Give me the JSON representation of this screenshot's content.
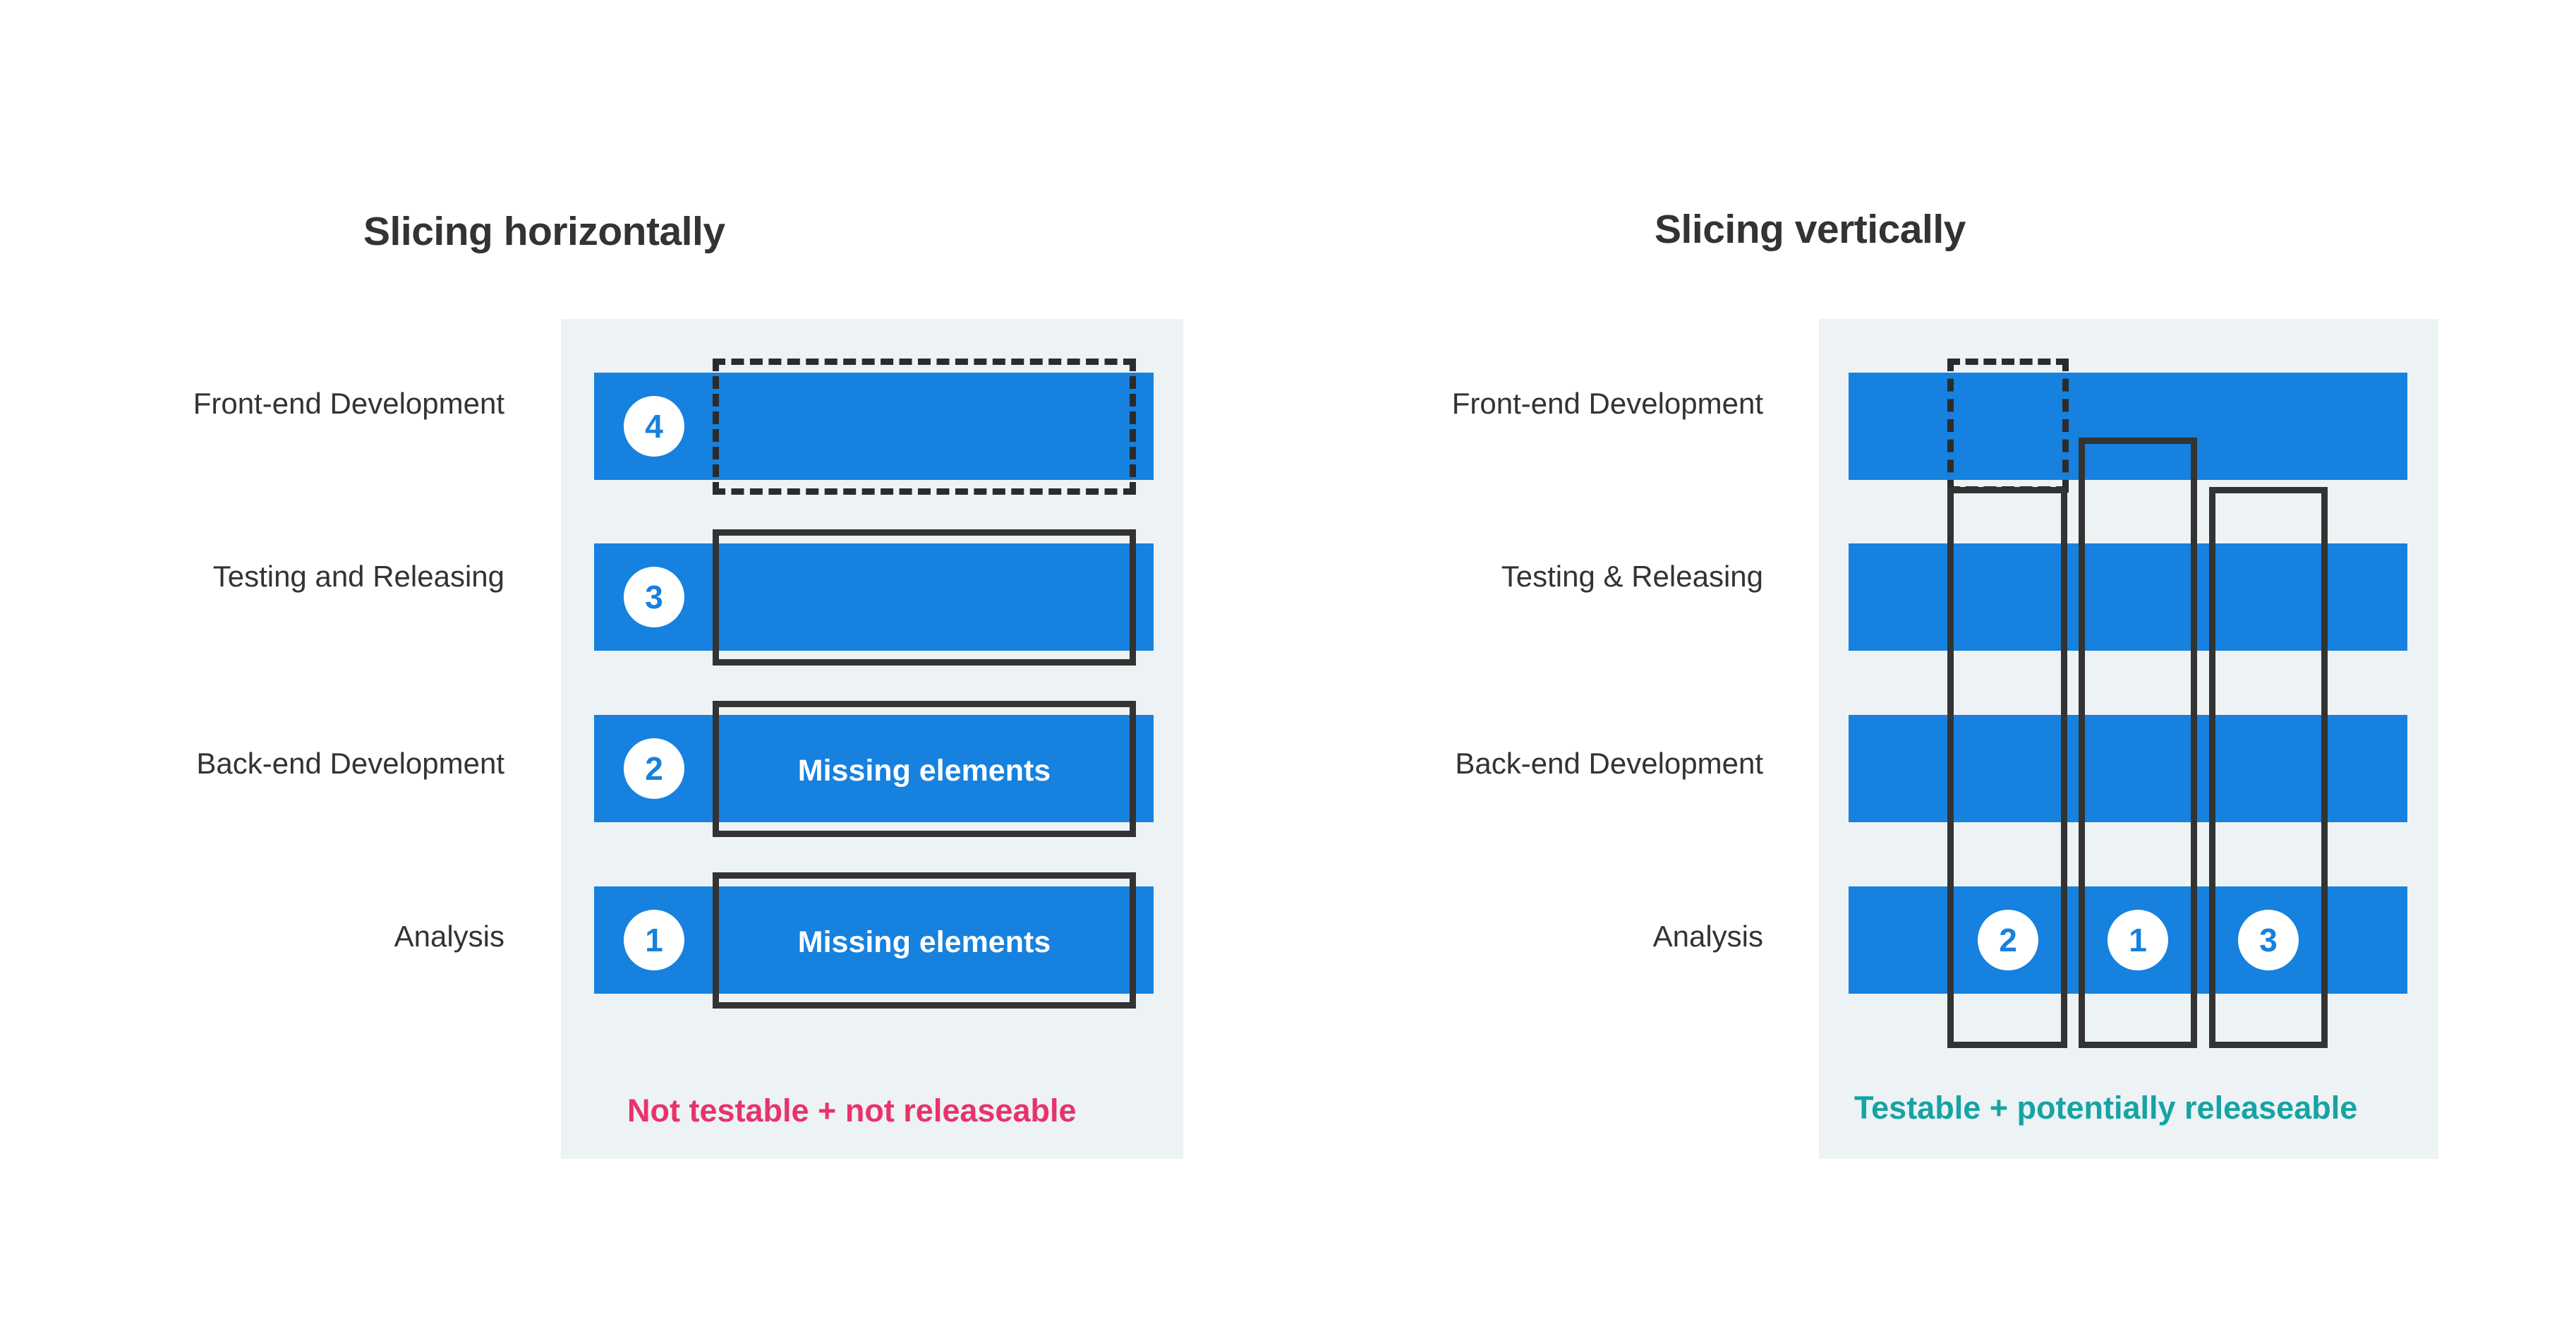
{
  "panels": [
    {
      "id": "slicing-horizontally",
      "title": "Slicing horizontally",
      "rows": [
        {
          "label": "Front-end Development",
          "badge": "4",
          "bar_text": ""
        },
        {
          "label": "Testing and Releasing",
          "badge": "3",
          "bar_text": ""
        },
        {
          "label": "Back-end Development",
          "badge": "2",
          "bar_text": "Missing elements"
        },
        {
          "label": "Analysis",
          "badge": "1",
          "bar_text": "Missing elements"
        }
      ],
      "caption": "Not testable + not releaseable",
      "caption_color": "#E8336A"
    },
    {
      "id": "slicing-vertically",
      "title": "Slicing vertically",
      "rows": [
        {
          "label": "Front-end Development"
        },
        {
          "label": "Testing & Releasing"
        },
        {
          "label": "Back-end Development"
        },
        {
          "label": "Analysis"
        }
      ],
      "slices": [
        {
          "badge": "2",
          "style": "solid"
        },
        {
          "badge": "1",
          "style": "solid"
        },
        {
          "badge": "3",
          "style": "solid"
        },
        {
          "badge": "",
          "style": "dashed"
        }
      ],
      "caption": "Testable + potentially releaseable",
      "caption_color": "#16A3A3"
    }
  ],
  "colors": {
    "bar_blue": "#1681DE",
    "board_bg": "#EDF2F5",
    "outline_dark": "#333333",
    "text_dark": "#333333",
    "badge_bg": "#FFFFFF",
    "negative_pink": "#E8336A",
    "positive_teal": "#16A3A3"
  }
}
